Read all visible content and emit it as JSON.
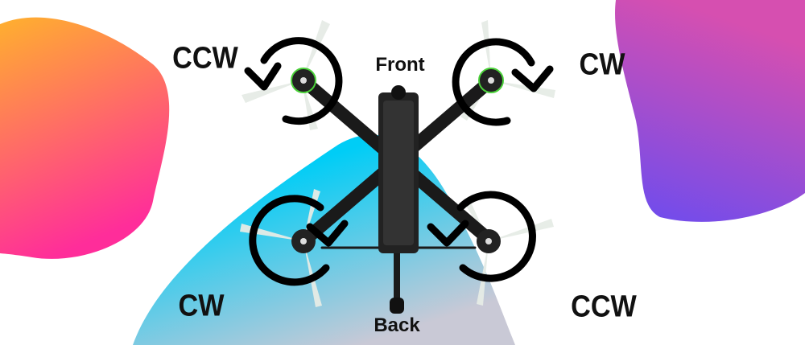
{
  "labels": {
    "front": "Front",
    "back": "Back",
    "front_left": "CCW",
    "front_right": "CW",
    "rear_left": "CW",
    "rear_right": "CCW"
  },
  "motors": [
    {
      "position": "front-left",
      "rotation": "counter-clockwise"
    },
    {
      "position": "front-right",
      "rotation": "clockwise"
    },
    {
      "position": "rear-left",
      "rotation": "clockwise"
    },
    {
      "position": "rear-right",
      "rotation": "counter-clockwise"
    }
  ],
  "colors": {
    "left_blob": [
      "#ffb02e",
      "#ff2d9a"
    ],
    "right_blob": [
      "#d64fb0",
      "#6a4cf0"
    ],
    "center_blob": [
      "#00cdf6",
      "#c9c9d6"
    ],
    "arrow": "#000000"
  }
}
